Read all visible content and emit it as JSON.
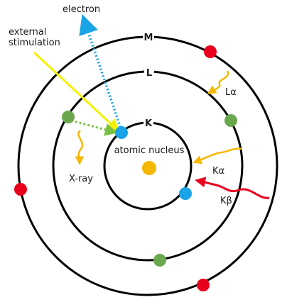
{
  "labels": {
    "electron": "electron",
    "external_line1": "external",
    "external_line2": "stimulation",
    "nucleus": "atomic nucleus",
    "xray": "X-ray",
    "shell_k": "K",
    "shell_l": "L",
    "shell_m": "M",
    "l_alpha": "Lα",
    "k_alpha": "Kα",
    "k_beta": "Kβ"
  },
  "colors": {
    "orbit": "#000000",
    "nucleus": "#f5b800",
    "electron_ejected": "#1aa3e6",
    "electron_l": "#6aa84f",
    "electron_m": "#e8001c",
    "stimulation": "#f2f200",
    "ray_alpha": "#f5b800",
    "ray_beta": "#e8001c",
    "ejection": "#1aa3e6",
    "transition": "#7bc043"
  }
}
